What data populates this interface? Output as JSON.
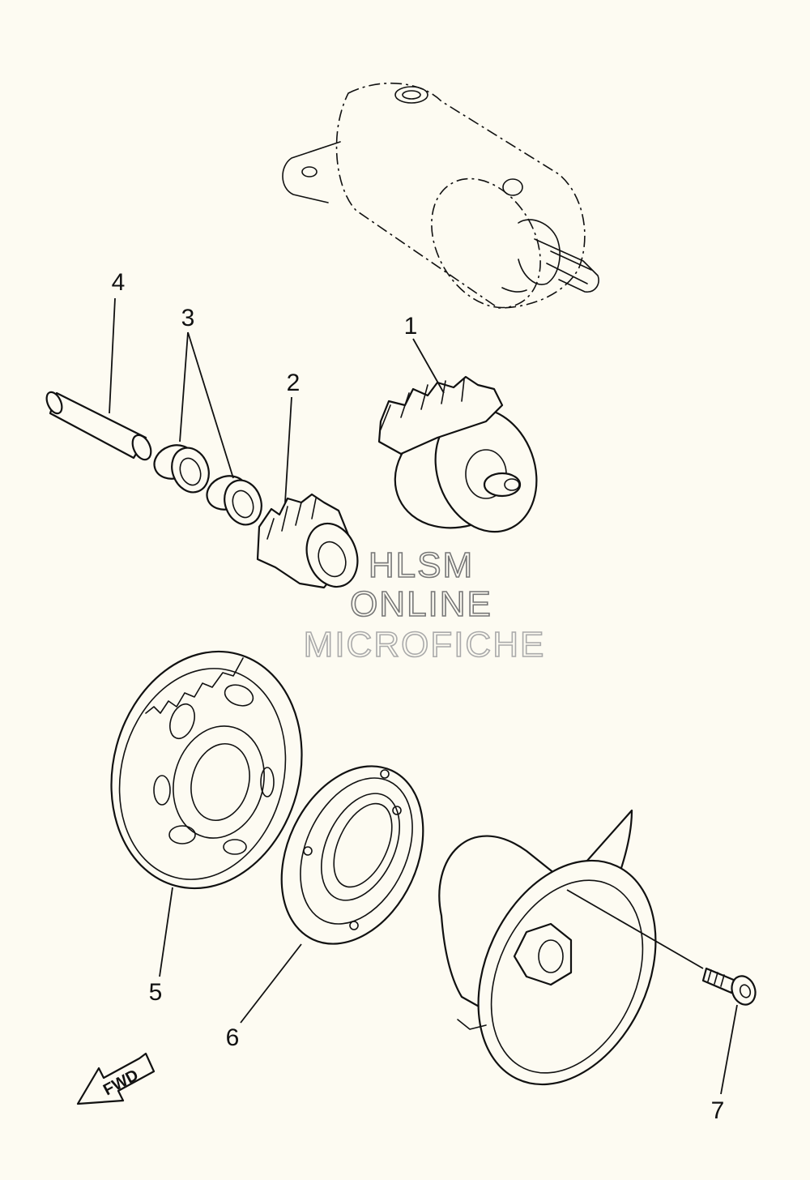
{
  "callouts": [
    {
      "id": "1",
      "label": "1"
    },
    {
      "id": "2",
      "label": "2"
    },
    {
      "id": "3",
      "label": "3"
    },
    {
      "id": "4",
      "label": "4"
    },
    {
      "id": "5",
      "label": "5"
    },
    {
      "id": "6",
      "label": "6"
    },
    {
      "id": "7",
      "label": "7"
    }
  ],
  "watermark": {
    "line1": "HLSM",
    "line2": "ONLINE",
    "line3": "MICROFICHE"
  },
  "fwd_label": "FWD",
  "colors": {
    "background": "#fdfbf2",
    "linework": "#111111",
    "watermark": "#777777"
  }
}
